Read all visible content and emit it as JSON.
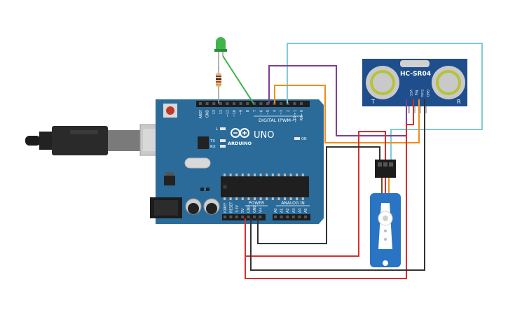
{
  "arduino": {
    "digital_label": "DIGITAL (PWM~)",
    "brand": "ARDUINO",
    "model": "UNO",
    "on_label": "ON",
    "l_label": "L",
    "tx_label": "TX",
    "rx_label": "RX",
    "power_label": "POWER",
    "analog_label": "ANALOG IN",
    "top_pins": [
      "AREF",
      "GND",
      "13",
      "12",
      "~11",
      "~10",
      "~9",
      "8",
      "7",
      "~6",
      "~5",
      "4",
      "~3",
      "2",
      "TX→ 1",
      "RX← 0"
    ],
    "bottom_pins": [
      "IOREF",
      "RESET",
      "3.3V",
      "5V",
      "GND",
      "GND",
      "Vin",
      "A0",
      "A1",
      "A2",
      "A3",
      "A4",
      "A5"
    ]
  },
  "sensor": {
    "model": "HC-SR04",
    "pins": [
      "VCC",
      "Trig",
      "Echo",
      "GND"
    ]
  },
  "colors": {
    "board": "#2b6b9a",
    "wire_red": "#d32f2f",
    "wire_black": "#333333",
    "wire_orange": "#ef8c1c",
    "wire_purple": "#7b3f96",
    "wire_cyan": "#7ecbd6",
    "wire_green": "#3cb44b",
    "servo": "#2a74c4"
  },
  "icons": {
    "led": "green-led-icon",
    "resistor": "resistor-icon",
    "usb": "usb-cable-icon",
    "servo": "servo-motor-icon",
    "sensor": "ultrasonic-sensor-icon"
  }
}
